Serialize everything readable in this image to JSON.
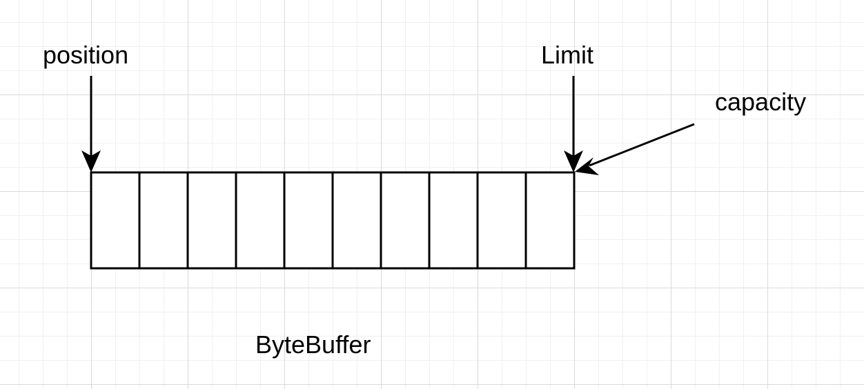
{
  "labels": {
    "position": "position",
    "limit": "Limit",
    "capacity": "capacity",
    "buffer_name": "ByteBuffer"
  },
  "buffer": {
    "cell_count": 10
  },
  "colors": {
    "stroke": "#000000",
    "grid_major": "#d9d9d9",
    "grid_minor": "#f0f0f0",
    "background": "#ffffff"
  }
}
